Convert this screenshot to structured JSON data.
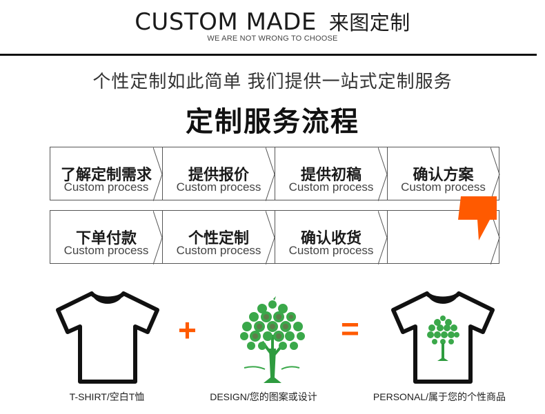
{
  "header": {
    "brand_en": "CUSTOM MADE",
    "brand_cn": "来图定制",
    "tagline": "WE ARE NOT WRONG TO CHOOSE"
  },
  "intro": {
    "subtitle": "个性定制如此简单  我们提供一站式定制服务",
    "title": "定制服务流程"
  },
  "steps": [
    {
      "cn": "了解定制需求",
      "en": "Custom process"
    },
    {
      "cn": "提供报价",
      "en": "Custom process"
    },
    {
      "cn": "提供初稿",
      "en": "Custom process"
    },
    {
      "cn": "确认方案",
      "en": "Custom process"
    },
    {
      "cn": "下单付款",
      "en": "Custom process"
    },
    {
      "cn": "个性定制",
      "en": "Custom process"
    },
    {
      "cn": "确认收货",
      "en": "Custom process"
    },
    {
      "cn": "",
      "en": ""
    }
  ],
  "equation": {
    "plus": "+",
    "equals": "=",
    "items": [
      {
        "caption": "T-SHIRT/空白T恤",
        "icon": "tshirt-icon"
      },
      {
        "caption": "DESIGN/您的图案或设计",
        "icon": "photo-tree-icon"
      },
      {
        "caption": "PERSONAL/属于您的个性商品",
        "icon": "custom-tshirt-icon"
      }
    ]
  },
  "colors": {
    "accent": "#ff5a00",
    "text": "#222222",
    "line": "#111111",
    "tree_green": "#3aa84a"
  }
}
